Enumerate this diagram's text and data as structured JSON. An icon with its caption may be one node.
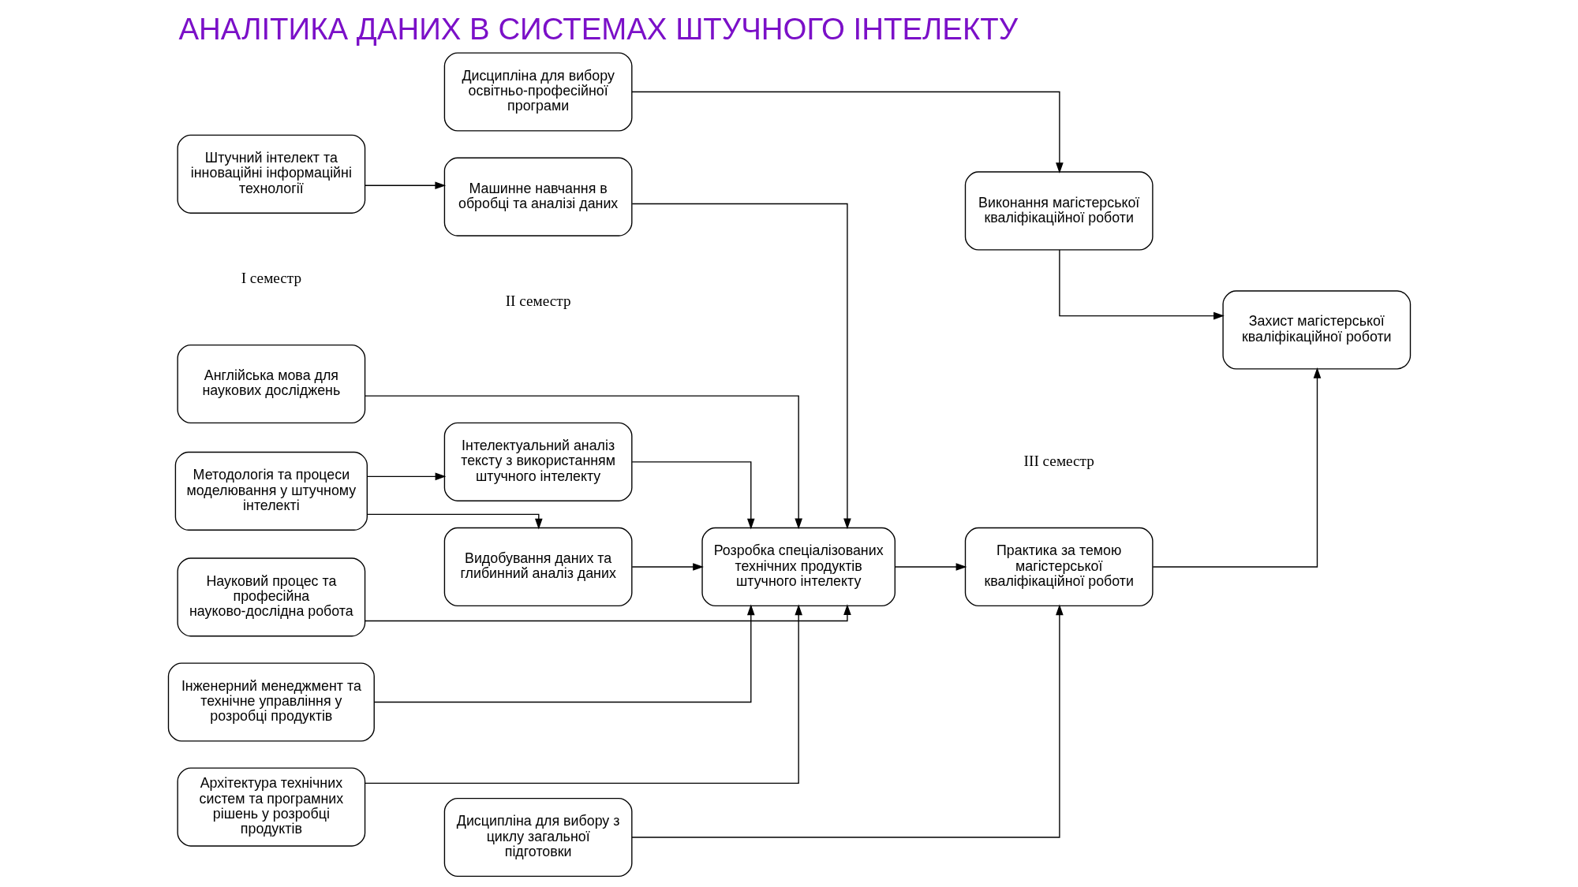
{
  "diagram": {
    "title": "АНАЛІТИКА ДАНИХ В СИСТЕМАХ ШТУЧНОГО ІНТЕЛЕКТУ",
    "nodes": [
      {
        "text": [
          "Англійська мова для наукових досліджень"
        ]
      },
      {
        "text": [
          "Науковий процес та професійна науково-дослідна робота"
        ]
      },
      {
        "text": [
          "Інженерний менеджмент та технічне управління у розробці продуктів"
        ]
      },
      {
        "text": [
          "Архітектура технічних систем та програмних рішень у розробці продуктів"
        ]
      },
      {
        "text": [
          "Штучний інтелект та інноваційні інформаційні технології"
        ]
      },
      {
        "text": [
          "Методологія та процеси моделювання у штучному інтелекті"
        ]
      },
      {
        "text": [
          "Дисципліна для вибору з циклу загальної підготовки"
        ]
      },
      {
        "text": [
          "Дисципліна для вибору освітньо-професійної програми"
        ]
      },
      {
        "text": [
          "Розробка спеціалізованих технічних продуктів штучного інтелекту"
        ]
      },
      {
        "text": [
          "Видобування даних та глибинний аналіз даних"
        ]
      },
      {
        "text": [
          "Машинне навчання в обробці та аналізі даних"
        ]
      },
      {
        "text": [
          "Інтелектуальний аналіз тексту з використанням штучного інтелекту"
        ]
      },
      {
        "text": [
          "Практика за темою магістерської кваліфікаційної роботи"
        ]
      },
      {
        "text": [
          "Виконання магістерської кваліфікаційної роботи"
        ]
      },
      {
        "text": [
          "Захист магістерської кваліфікаційної роботи"
        ]
      }
    ],
    "edges": [
      {
        "from": 0,
        "to": 8,
        "arrow": "to"
      },
      {
        "from": 1,
        "to": 8,
        "arrow": "to"
      },
      {
        "from": 2,
        "to": 8,
        "arrow": "to"
      },
      {
        "from": 3,
        "to": 8,
        "arrow": "to"
      },
      {
        "from": 4,
        "to": 10,
        "arrow": "to"
      },
      {
        "from": 5,
        "to": 9,
        "arrow": "to"
      },
      {
        "from": 5,
        "to": 11,
        "arrow": "to"
      },
      {
        "from": 9,
        "to": 8,
        "arrow": "to"
      },
      {
        "from": 10,
        "to": 8,
        "arrow": "to"
      },
      {
        "from": 11,
        "to": 8,
        "arrow": "to"
      },
      {
        "from": 6,
        "to": 12,
        "arrow": "to"
      },
      {
        "from": 8,
        "to": 12,
        "arrow": "to"
      },
      {
        "from": 7,
        "to": 13,
        "arrow": "to"
      },
      {
        "from": 12,
        "to": 14,
        "arrow": "to"
      },
      {
        "from": 13,
        "to": 14,
        "arrow": "to"
      }
    ],
    "labels": [
      "I семестр",
      "II семестр",
      "III семестр"
    ]
  }
}
